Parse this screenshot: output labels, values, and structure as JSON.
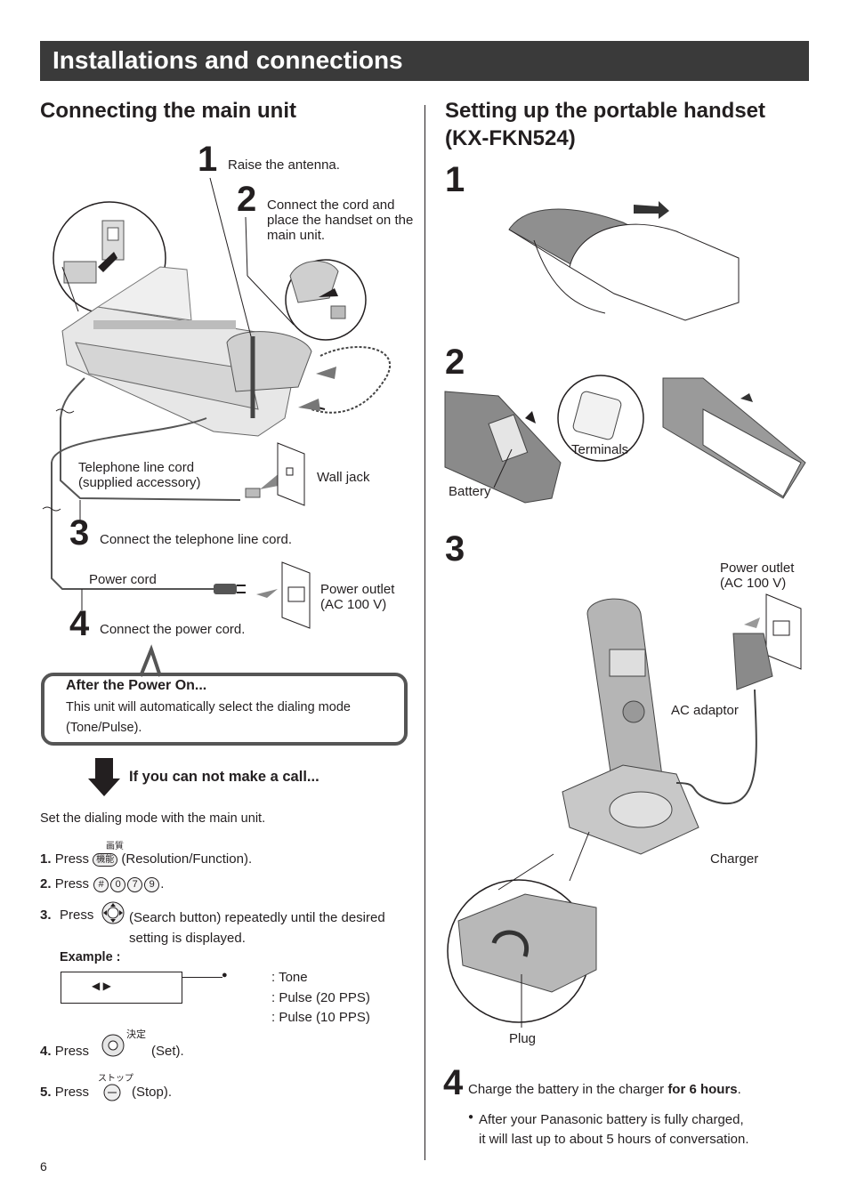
{
  "header": {
    "title": "Installations and connections"
  },
  "left": {
    "heading": "Connecting the main unit",
    "steps": [
      {
        "num": "1",
        "text": "Raise the antenna."
      },
      {
        "num": "2",
        "text": "Connect the cord and place the handset on the main unit."
      },
      {
        "num": "3",
        "text": "Connect the telephone line cord."
      },
      {
        "num": "4",
        "text": "Connect the power cord."
      }
    ],
    "labels": {
      "telephone_cord": "Telephone line cord\n(supplied accessory)",
      "wall_jack": "Wall jack",
      "power_cord": "Power cord",
      "power_outlet": "Power outlet\n(AC 100 V)"
    },
    "callout": {
      "title": "After the Power On...",
      "body": "This unit will automatically select the dialing mode (Tone/Pulse)."
    },
    "cannot_call": "If you can not make a call...",
    "intro": "Set the dialing mode with the main unit.",
    "instructions": [
      {
        "num": "1.",
        "press": "Press",
        "key_caption": "画質",
        "key": "機能",
        "after": "(Resolution/Function)."
      },
      {
        "num": "2.",
        "press": "Press",
        "keys": [
          "#",
          "0",
          "7",
          "9"
        ],
        "after": "."
      },
      {
        "num": "3.",
        "press": "Press",
        "after": "(Search button) repeatedly until the desired setting is displayed."
      },
      {
        "num": "4.",
        "press": "Press",
        "key_caption": "決定",
        "after": "(Set)."
      },
      {
        "num": "5.",
        "press": "Press",
        "key_caption": "ストップ",
        "after": "(Stop)."
      }
    ],
    "example": {
      "label": "Example :",
      "lcd": "◀ ▶",
      "bullet": "●",
      "options": [
        ": Tone",
        ": Pulse (20 PPS)",
        ": Pulse (10 PPS)"
      ]
    }
  },
  "right": {
    "heading": "Setting up the portable handset (KX-FKN524)",
    "steps": [
      "1",
      "2",
      "3",
      "4"
    ],
    "labels": {
      "terminals": "Terminals",
      "battery": "Battery",
      "power_outlet": "Power outlet\n(AC 100 V)",
      "ac_adaptor": "AC adaptor",
      "charger": "Charger",
      "plug": "Plug"
    },
    "step4_text": "Charge the battery in the charger",
    "step4_bold": "for 6 hours",
    "step4_period": ".",
    "note_bullet": "●",
    "note": "After your Panasonic battery is fully charged,\nit will last up to about 5 hours of conversation."
  },
  "page_number": "6"
}
